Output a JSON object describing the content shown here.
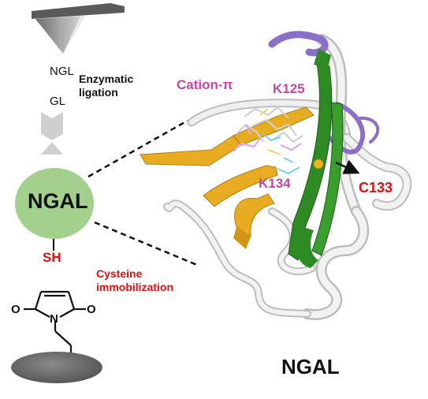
{
  "labels": {
    "ngl": "NGL",
    "enzymatic_ligation": "Enzymatic ligation",
    "gl": "GL",
    "ngal_ball": "NGAL",
    "sh": "SH",
    "cysteine_immobilization": "Cysteine immobilization",
    "cation_pi": "Cation-π",
    "k125": "K125",
    "k134": "K134",
    "c133": "C133",
    "ngal_structure": "NGAL"
  },
  "colors": {
    "ngal_ball": "#a3d18d",
    "sh_text": "#e01010",
    "cation_text": "#c845a8",
    "strand_gold": "#e8ac22",
    "strand_green": "#2e8b24",
    "loop_purple": "#8a6fc9",
    "ribbon_white": "#dcdcdc",
    "surface": "#6d6d6d",
    "arrow_grey": "#c9c9c9"
  },
  "icons": {
    "tip": "afm-tip-icon",
    "maleimide": "maleimide-structure-icon",
    "surface": "gold-surface-icon"
  }
}
